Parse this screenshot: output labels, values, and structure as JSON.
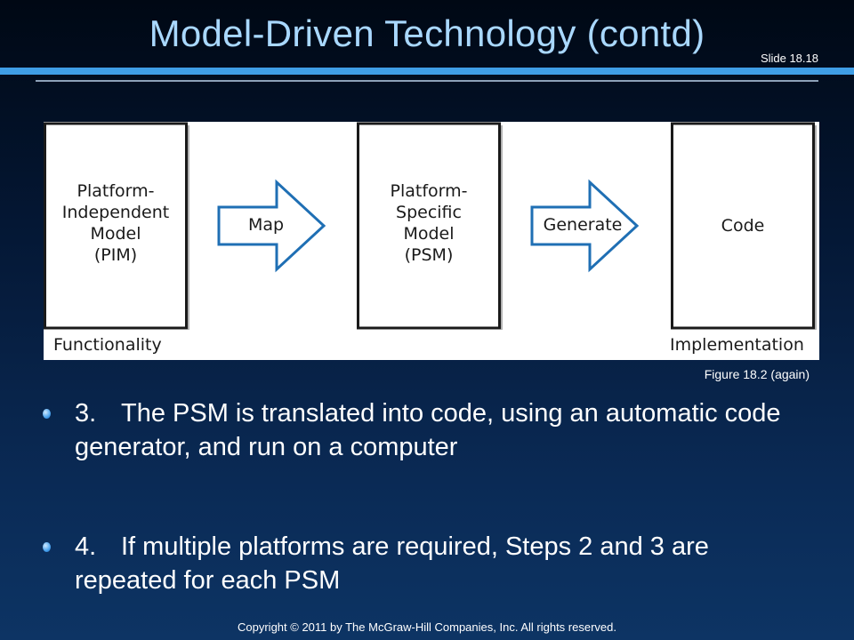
{
  "slide": {
    "title": "Model-Driven Technology (contd)",
    "number": "Slide 18.18",
    "copyright": "Copyright © 2011 by The McGraw-Hill Companies, Inc. All rights reserved."
  },
  "figure": {
    "boxes": [
      {
        "lines": [
          "Platform-",
          "Independent",
          "Model",
          "(PIM)"
        ]
      },
      {
        "lines": [
          "Platform-",
          "Specific",
          "Model",
          "(PSM)"
        ]
      },
      {
        "lines": [
          "Code"
        ]
      }
    ],
    "arrows": [
      "Map",
      "Generate"
    ],
    "left_label": "Functionality",
    "right_label": "Implementation",
    "caption": "Figure 18.2 (again)",
    "arrow_color": "#1f6fb4"
  },
  "bullets": [
    {
      "num": "3.",
      "text": "The PSM is translated into code, using an automatic code generator, and run on a computer"
    },
    {
      "num": "4.",
      "text": "If multiple platforms are required, Steps 2 and 3 are repeated for each PSM"
    }
  ],
  "colors": {
    "title": "#a9d8ff",
    "rule": "#3f9ee6",
    "bullet": "#4aa3ee"
  }
}
